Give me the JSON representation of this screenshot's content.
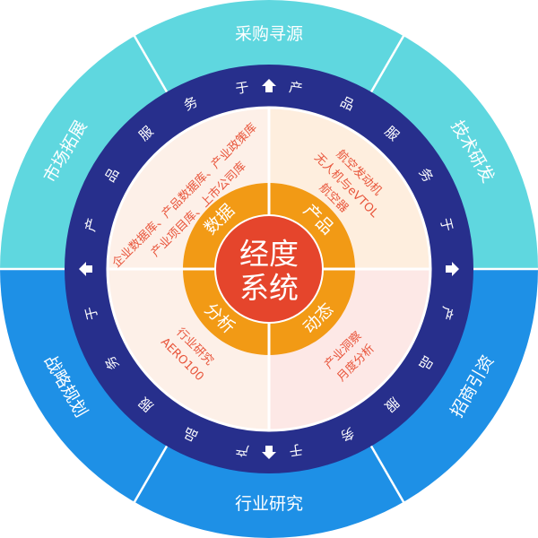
{
  "core": {
    "lines": [
      "经度",
      "系统"
    ]
  },
  "middle_ring": {
    "labels": {
      "top_left": "数据",
      "top_right": "产品",
      "bottom_left": "分析",
      "bottom_right": "动态"
    }
  },
  "service_ring": {
    "upper": {
      "chars": [
        "产",
        "品",
        "服",
        "务",
        "于",
        "产",
        "品",
        "服",
        "务",
        "于"
      ]
    },
    "lower": {
      "chars": [
        "产",
        "品",
        "服",
        "务",
        "于",
        "产",
        "品",
        "服",
        "务",
        "于"
      ]
    }
  },
  "quadrants": {
    "top_left": {
      "lines": [
        "企业数据库、产品数据库、产业政策库",
        "产业项目库、上市公司库"
      ]
    },
    "top_right": {
      "lines": [
        "航空发动机",
        "无人机与eVTOL",
        "航空器"
      ]
    },
    "bottom_left": {
      "lines": [
        "行业研究",
        "AERO100"
      ]
    },
    "bottom_right": {
      "lines": [
        "产业洞察",
        "月度分析"
      ]
    }
  },
  "outer_segments": [
    {
      "id": "top",
      "label": "采购寻源"
    },
    {
      "id": "upper-right",
      "label": "技术研发"
    },
    {
      "id": "lower-right",
      "label": "招商引资"
    },
    {
      "id": "bottom",
      "label": "行业研究"
    },
    {
      "id": "lower-left",
      "label": "战略规划"
    },
    {
      "id": "upper-left",
      "label": "市场拓展"
    }
  ],
  "colors": {
    "outer_upper": "#5fd7df",
    "outer_lower": "#1e90e6",
    "service_ring": "#272f8c",
    "quad_top_left": "#fdf0e8",
    "quad_top_right": "#feeede",
    "quad_bottom_left": "#fdf0e8",
    "quad_bottom_right": "#fde8e6",
    "quad_text": "#e8553b",
    "middle_ring": "#f29a15",
    "core": "#e5452c",
    "arrow": "#ffffff"
  }
}
